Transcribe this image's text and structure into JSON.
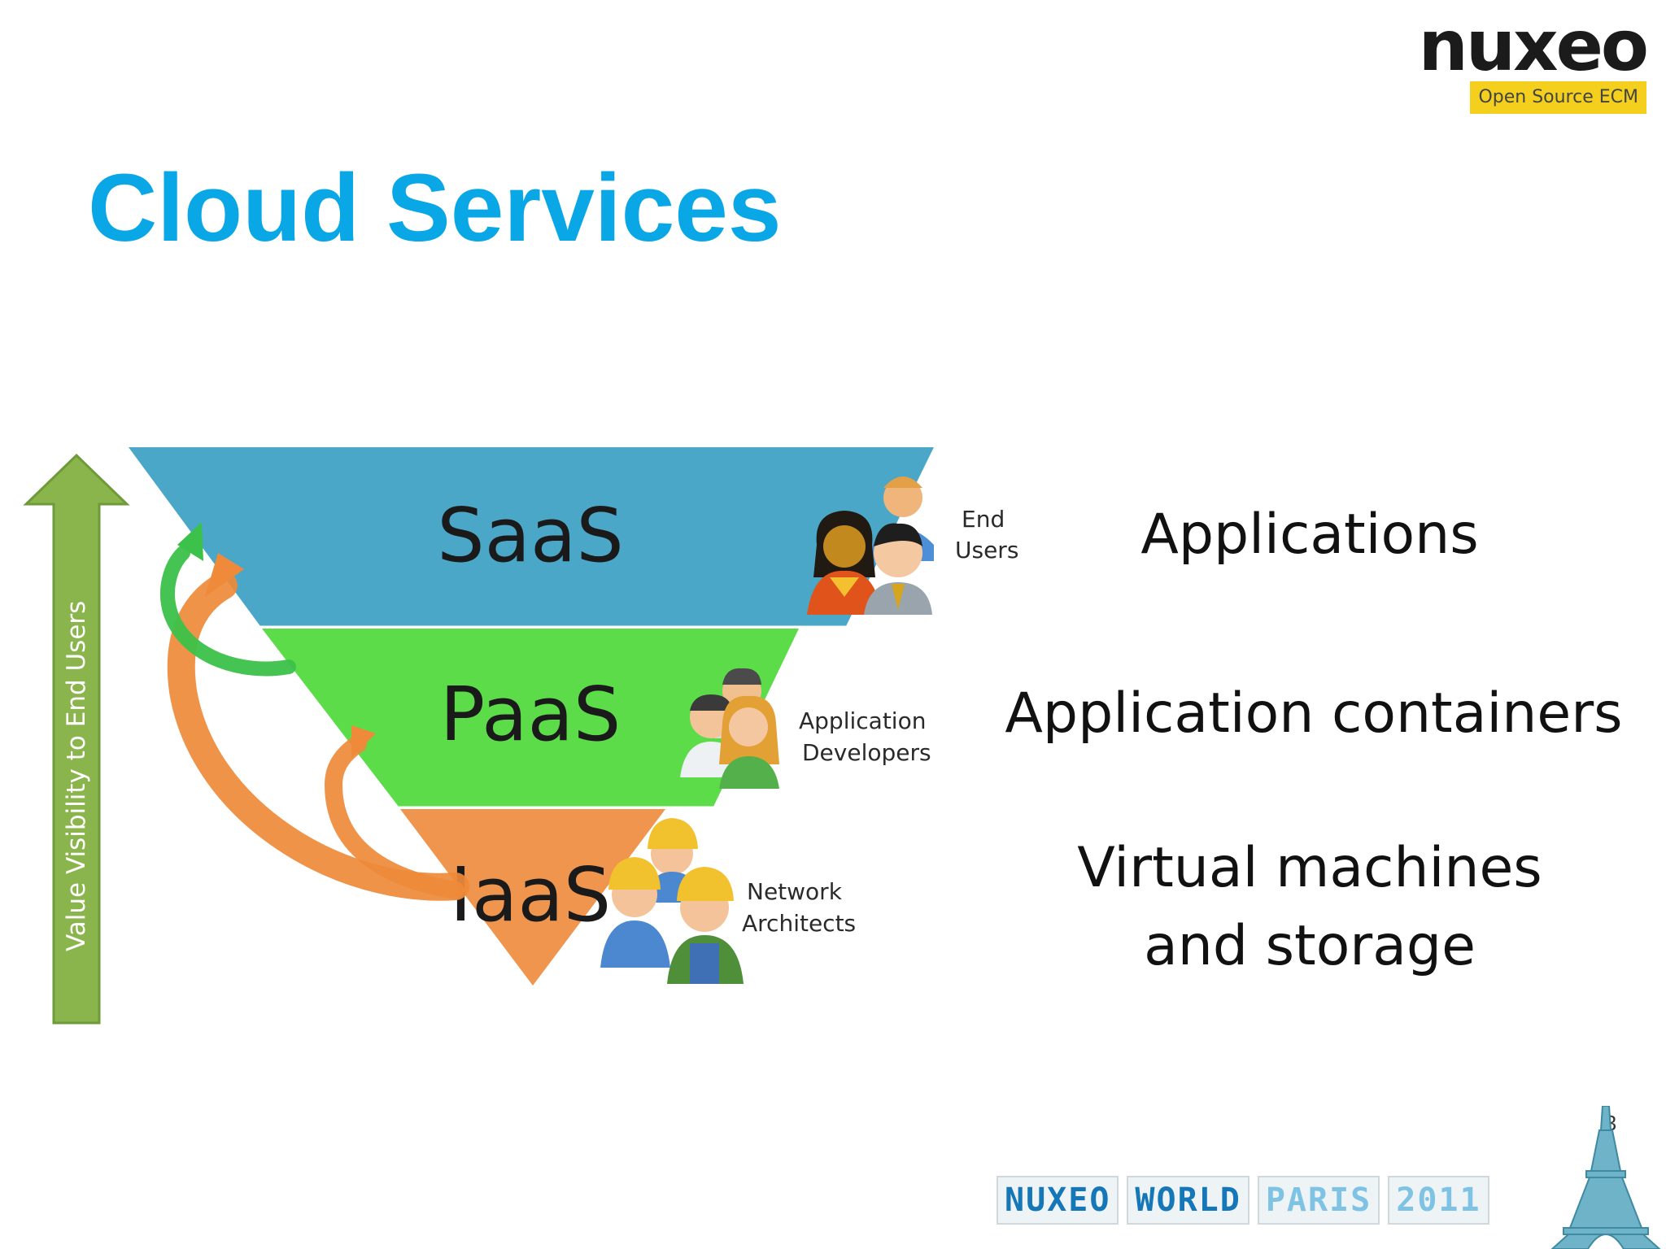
{
  "slide": {
    "title": "Cloud Services",
    "page_number": "3"
  },
  "logo": {
    "name": "nuxeo",
    "tagline": "Open Source ECM"
  },
  "diagram": {
    "axis_label": "Value Visibility to End Users",
    "layers": [
      {
        "label": "SaaS",
        "color": "#4aa7c8",
        "audience": [
          "End",
          "Users"
        ],
        "description": [
          "Applications"
        ]
      },
      {
        "label": "PaaS",
        "color": "#5ddc4a",
        "audience": [
          "Application",
          "Developers"
        ],
        "description": [
          "Application containers"
        ]
      },
      {
        "label": "IaaS",
        "color": "#f0954e",
        "audience": [
          "Network",
          "Architects"
        ],
        "description": [
          "Virtual machines",
          "and storage"
        ]
      }
    ],
    "arrow_color": "#8ab54c"
  },
  "footer": {
    "event_words": [
      "NUXEO",
      "WORLD",
      "PARIS",
      "2011"
    ],
    "event_colors": [
      "#1577b8",
      "#1577b8",
      "#7fc3e4",
      "#7fc3e4"
    ]
  }
}
